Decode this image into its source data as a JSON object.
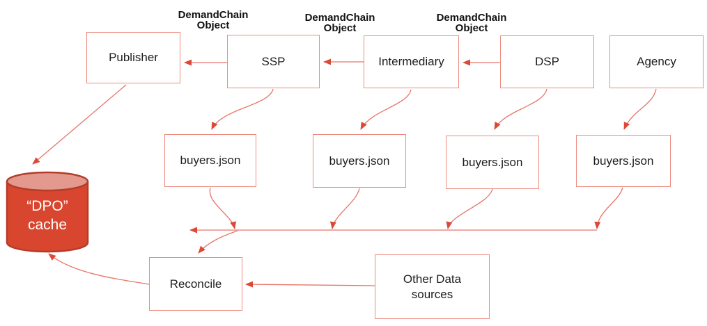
{
  "nodes": {
    "publisher": "Publisher",
    "ssp": "SSP",
    "intermediary": "Intermediary",
    "dsp": "DSP",
    "agency": "Agency",
    "reconcile": "Reconcile"
  },
  "buyers": [
    "buyers.json",
    "buyers.json",
    "buyers.json",
    "buyers.json"
  ],
  "demandchain_labels": [
    {
      "line1": "DemandChain",
      "line2": "Object"
    },
    {
      "line1": "DemandChain",
      "line2": "Object"
    },
    {
      "line1": "DemandChain",
      "line2": "Object"
    }
  ],
  "cache": {
    "line1": "“DPO”",
    "line2": "cache"
  },
  "other_data": {
    "line1": "Other Data",
    "line2": "sources"
  },
  "edges": [
    {
      "from": "SSP",
      "to": "Publisher",
      "label": "DemandChain Object"
    },
    {
      "from": "Intermediary",
      "to": "SSP",
      "label": "DemandChain Object"
    },
    {
      "from": "DSP",
      "to": "Intermediary",
      "label": "DemandChain Object"
    },
    {
      "from": "SSP",
      "to": "buyers.json"
    },
    {
      "from": "Intermediary",
      "to": "buyers.json"
    },
    {
      "from": "DSP",
      "to": "buyers.json"
    },
    {
      "from": "Agency",
      "to": "buyers.json"
    },
    {
      "from": "buyers.json",
      "to": "collector-line"
    },
    {
      "from": "collector-line",
      "to": "Reconcile"
    },
    {
      "from": "Publisher",
      "to": "“DPO” cache"
    },
    {
      "from": "Other Data sources",
      "to": "Reconcile"
    },
    {
      "from": "Reconcile",
      "to": "“DPO” cache"
    }
  ],
  "colors": {
    "line": "#e8746a",
    "arrow": "#dc4937",
    "border": "#ec8a7e",
    "box_fill": "#ffffff",
    "text": "#1d1d1d",
    "label_text": "#111111",
    "cylinder_fill": "#d8462f",
    "cylinder_top": "#e4998e",
    "cylinder_stroke": "#b43c28",
    "cache_text": "#ffffff",
    "background": "#ffffff"
  }
}
